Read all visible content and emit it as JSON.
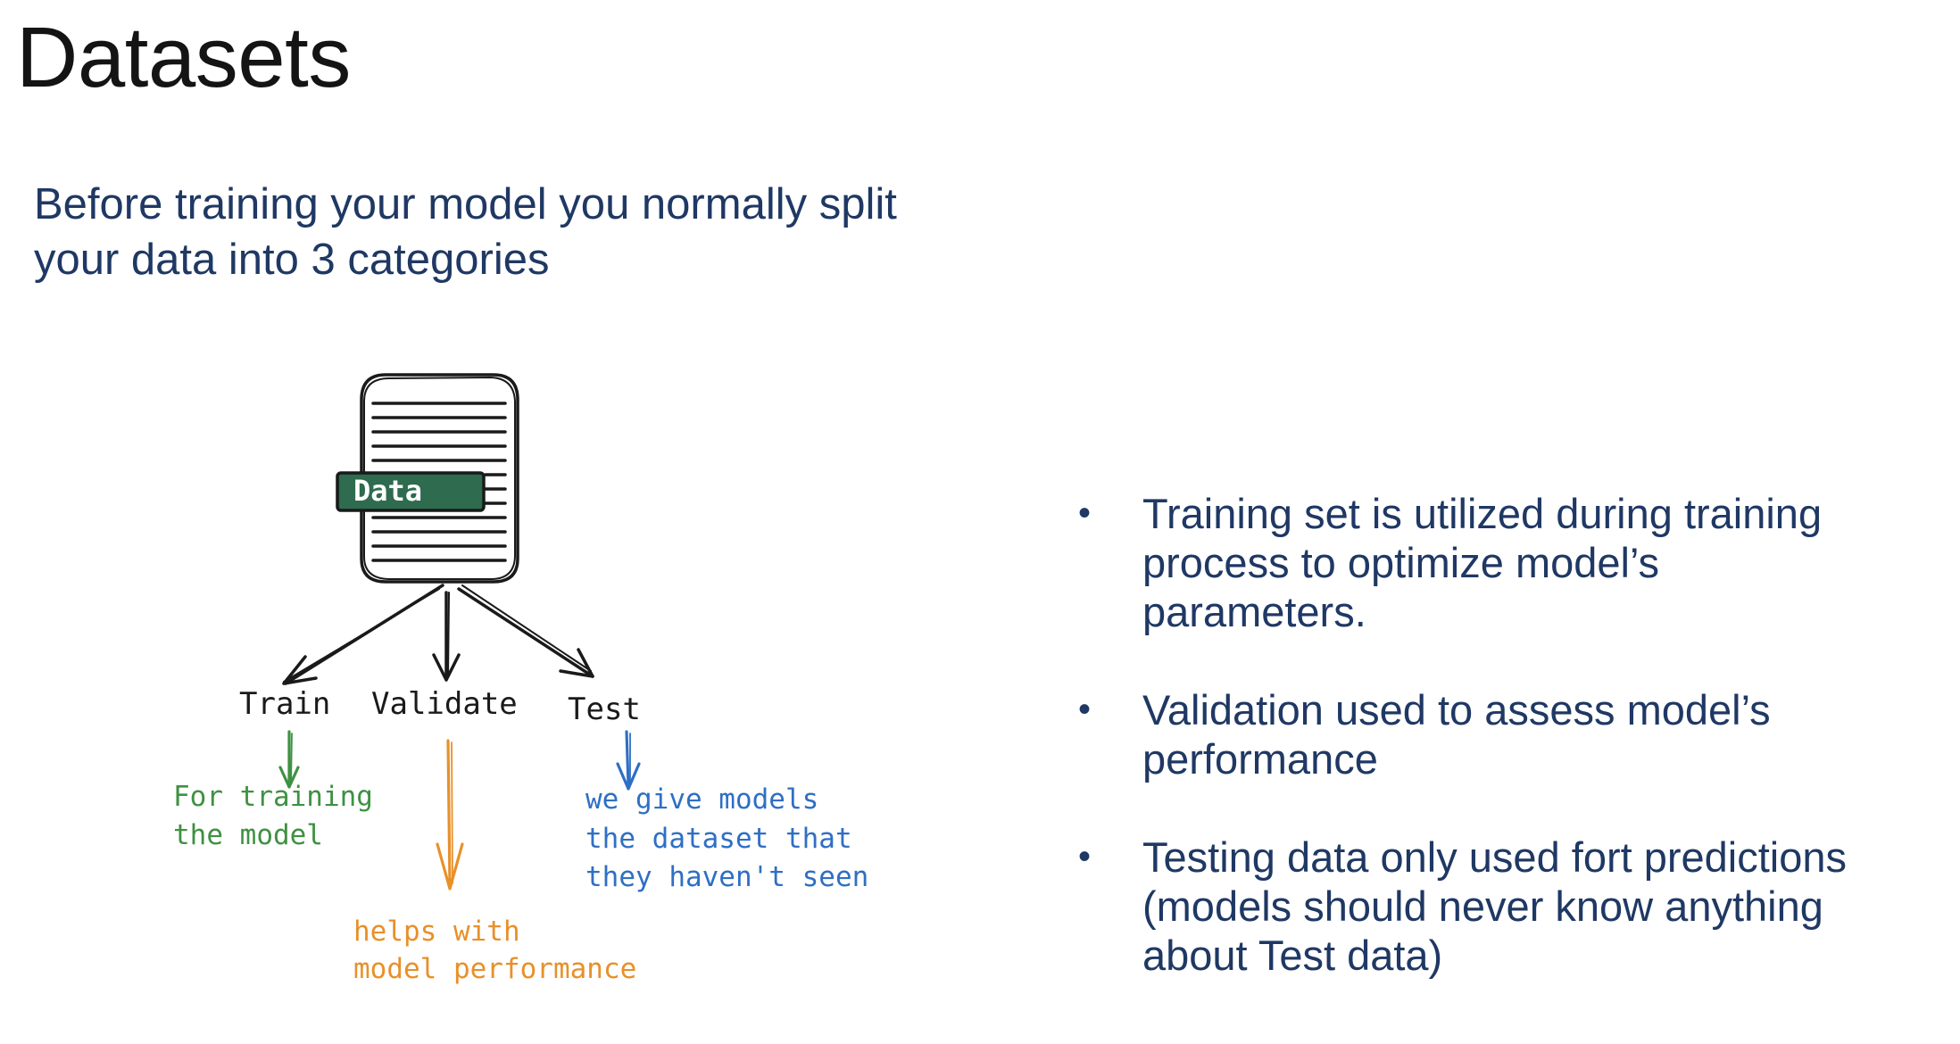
{
  "slide": {
    "title": "Datasets",
    "intro_lines": [
      "Before training your model you normally split",
      "your data into 3 categories"
    ]
  },
  "diagram": {
    "source_label": "Data",
    "nodes": [
      "Train",
      "Validate",
      "Test"
    ],
    "notes": {
      "train": [
        "For training",
        "the model"
      ],
      "validate": [
        "helps with",
        "model performance"
      ],
      "test": [
        "we give models",
        "the dataset that",
        "they haven't seen"
      ]
    },
    "colors": {
      "train_note": "#3f9142",
      "validate_note": "#e8902a",
      "test_note": "#2f6fc4",
      "data_label_bg": "#2e6b4f",
      "ink": "#1a1a1a"
    }
  },
  "bullets": [
    {
      "lines": [
        "Training set is utilized during training",
        "process to optimize model’s",
        "parameters."
      ]
    },
    {
      "lines": [
        "Validation used to assess model’s",
        "performance"
      ]
    },
    {
      "lines": [
        "Testing data only used fort predictions",
        "(models should never know anything",
        "about Test data)"
      ]
    }
  ],
  "colors": {
    "title": "#141414",
    "body_text": "#1f3864"
  }
}
